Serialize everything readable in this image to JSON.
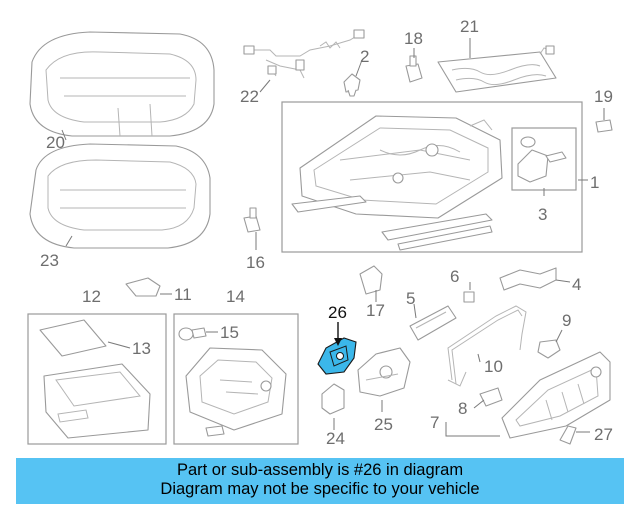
{
  "callouts": [
    "1",
    "2",
    "3",
    "4",
    "5",
    "6",
    "7",
    "8",
    "9",
    "10",
    "11",
    "12",
    "13",
    "14",
    "15",
    "16",
    "17",
    "18",
    "19",
    "20",
    "21",
    "22",
    "23",
    "24",
    "25",
    "26",
    "27"
  ],
  "highlighted_part": "26",
  "highlight_color": "#3bb7ea",
  "banner": {
    "color": "#56c3f3",
    "line1": "Part or sub-assembly is #26 in diagram",
    "line2": "Diagram may not be specific to your vehicle"
  }
}
